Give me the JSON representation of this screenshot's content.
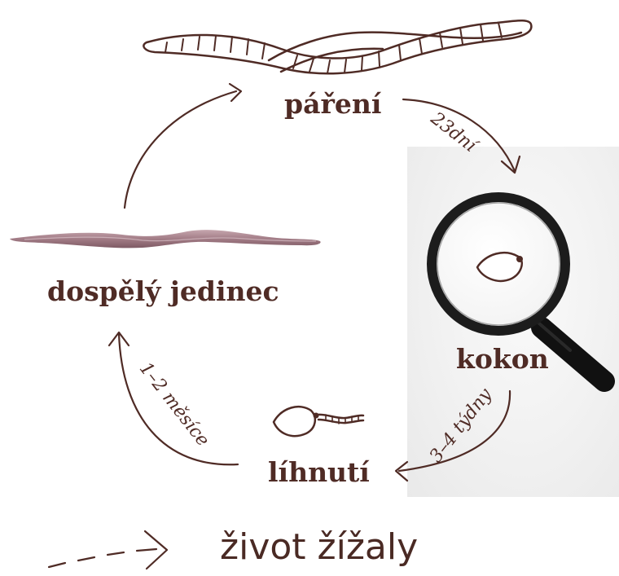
{
  "stages": {
    "mating": "páření",
    "cocoon": "kokon",
    "hatching": "líhnutí",
    "adult": "dospělý jedinec"
  },
  "durations": {
    "mating_to_cocoon": "23dní",
    "cocoon_to_hatching": "3–4 týdny",
    "hatching_to_adult": "1–2 měsíce"
  },
  "legend": {
    "label": "život žížaly",
    "icon": "dashed-arrow-icon"
  },
  "colors": {
    "ink": "#4f2b25",
    "worm": "#a8848c",
    "lens_frame": "#1c1c1c"
  }
}
